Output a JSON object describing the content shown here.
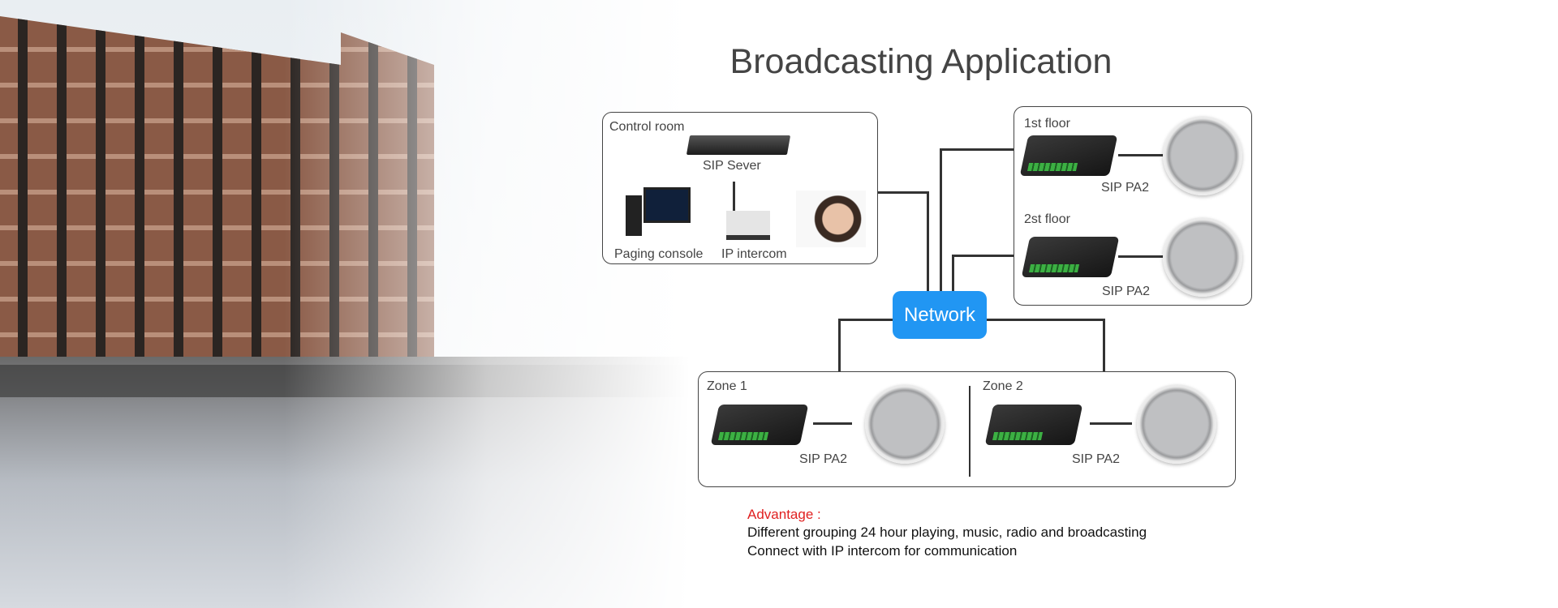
{
  "title": "Broadcasting Application",
  "control_room": {
    "label": "Control room",
    "server": "SIP  Sever",
    "console": "Paging console",
    "intercom": "IP intercom"
  },
  "floors": [
    {
      "label": "1st floor",
      "device": "SIP PA2"
    },
    {
      "label": "2st floor",
      "device": "SIP PA2"
    }
  ],
  "network": "Network",
  "zones": [
    {
      "label": "Zone 1",
      "device": "SIP PA2"
    },
    {
      "label": "Zone 2",
      "device": "SIP PA2"
    }
  ],
  "advantage": {
    "heading": "Advantage :",
    "lines": [
      "Different grouping 24 hour playing, music, radio and broadcasting",
      "Connect with IP intercom for communication"
    ]
  },
  "colors": {
    "network": "#2196f3",
    "advantage_heading": "#e02020"
  }
}
